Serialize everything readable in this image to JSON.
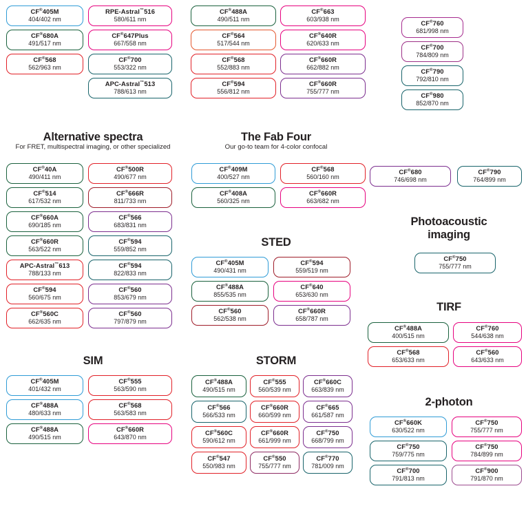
{
  "meta": {
    "reg": "®",
    "tm": "™"
  },
  "top": {
    "col1": [
      {
        "name": "CF",
        "sup": "®",
        "num": "405M",
        "spec": "404/402 nm",
        "color": "blue"
      },
      {
        "name": "CF",
        "sup": "®",
        "num": "680A",
        "spec": "491/517 nm",
        "color": "green"
      },
      {
        "name": "CF",
        "sup": "®",
        "num": "568",
        "spec": "562/963 nm",
        "color": "red"
      }
    ],
    "col2": [
      {
        "name": "RPE-Astral",
        "sup": "™",
        "num": "516",
        "spec": "580/611 nm",
        "color": "magenta"
      },
      {
        "name": "CF",
        "sup": "®",
        "num": "647Plus",
        "spec": "667/558 nm",
        "color": "magenta"
      },
      {
        "name": "CF",
        "sup": "®",
        "num": "700",
        "spec": "553/322 nm",
        "color": "teal"
      },
      {
        "name": "APC-Astral",
        "sup": "™",
        "num": "513",
        "spec": "788/613 nm",
        "color": "teal"
      }
    ],
    "col3": [
      {
        "name": "CF",
        "sup": "®",
        "num": "488A",
        "spec": "490/511 nm",
        "color": "green"
      },
      {
        "name": "CF",
        "sup": "®",
        "num": "564",
        "spec": "517/544 nm",
        "color": "orange"
      },
      {
        "name": "CF",
        "sup": "®",
        "num": "568",
        "spec": "552/883 nm",
        "color": "red"
      },
      {
        "name": "CF",
        "sup": "®",
        "num": "594",
        "spec": "556/812 nm",
        "color": "red"
      }
    ],
    "col4": [
      {
        "name": "CF",
        "sup": "®",
        "num": "663",
        "spec": "603/938 nm",
        "color": "magenta"
      },
      {
        "name": "CF",
        "sup": "®",
        "num": "640R",
        "spec": "620/633 nm",
        "color": "magenta"
      },
      {
        "name": "CF",
        "sup": "®",
        "num": "660R",
        "spec": "662/882 nm",
        "color": "purple"
      },
      {
        "name": "CF",
        "sup": "®",
        "num": "660R",
        "spec": "755/777 nm",
        "color": "purple"
      }
    ],
    "col5": [
      {
        "name": "CF",
        "sup": "®",
        "num": "760",
        "spec": "681/998 nm",
        "color": "magpur"
      },
      {
        "name": "CF",
        "sup": "®",
        "num": "700",
        "spec": "784/809 nm",
        "color": "purmag"
      },
      {
        "name": "CF",
        "sup": "®",
        "num": "790",
        "spec": "792/810 nm",
        "color": "teal"
      },
      {
        "name": "CF",
        "sup": "®",
        "num": "980",
        "spec": "852/870 nm",
        "color": "teal"
      }
    ]
  },
  "alternative": {
    "title": "Alternative spectra",
    "subtitle": "For FRET, multispectral imaging, or other specialized",
    "left": [
      {
        "name": "CF",
        "sup": "®",
        "num": "40A",
        "spec": "490/411 nm",
        "color": "green"
      },
      {
        "name": "CF",
        "sup": "®",
        "num": "514",
        "spec": "617/532 nm",
        "color": "green"
      },
      {
        "name": "CF",
        "sup": "®",
        "num": "660A",
        "spec": "690/185 nm",
        "color": "green"
      },
      {
        "name": "CF",
        "sup": "®",
        "num": "660R",
        "spec": "563/522 nm",
        "color": "green"
      },
      {
        "name": "APC-Astral",
        "sup": "™",
        "num": "613",
        "spec": "788/133 nm",
        "color": "red"
      },
      {
        "name": "CF",
        "sup": "®",
        "num": "594",
        "spec": "560/675 nm",
        "color": "red"
      },
      {
        "name": "CF",
        "sup": "®",
        "num": "560C",
        "spec": "662/635 nm",
        "color": "red"
      }
    ],
    "right": [
      {
        "name": "CF",
        "sup": "®",
        "num": "500R",
        "spec": "490/677 nm",
        "color": "red"
      },
      {
        "name": "CF",
        "sup": "®",
        "num": "666R",
        "spec": "811/733 nm",
        "color": "darkred"
      },
      {
        "name": "CF",
        "sup": "®",
        "num": "566",
        "spec": "683/831 nm",
        "color": "purple"
      },
      {
        "name": "CF",
        "sup": "®",
        "num": "594",
        "spec": "559/852 nm",
        "color": "teal"
      },
      {
        "name": "CF",
        "sup": "®",
        "num": "594",
        "spec": "822/833 nm",
        "color": "teal"
      },
      {
        "name": "CF",
        "sup": "®",
        "num": "560",
        "spec": "853/679 nm",
        "color": "purple"
      },
      {
        "name": "CF",
        "sup": "®",
        "num": "560",
        "spec": "797/879 nm",
        "color": "purple"
      }
    ]
  },
  "fabfour": {
    "title": "The Fab Four",
    "subtitle": "Our go-to team for 4-color confocal",
    "left": [
      {
        "name": "CF",
        "sup": "®",
        "num": "409M",
        "spec": "400/527 nm",
        "color": "blue"
      },
      {
        "name": "CF",
        "sup": "®",
        "num": "408A",
        "spec": "560/325 nm",
        "color": "green"
      }
    ],
    "right": [
      {
        "name": "CF",
        "sup": "®",
        "num": "568",
        "spec": "560/160 nm",
        "color": "red"
      },
      {
        "name": "CF",
        "sup": "®",
        "num": "660R",
        "spec": "663/682 nm",
        "color": "magenta"
      }
    ]
  },
  "sted": {
    "title": "STED",
    "left": [
      {
        "name": "CF",
        "sup": "®",
        "num": "405M",
        "spec": "490/431 nm",
        "color": "blue"
      },
      {
        "name": "CF",
        "sup": "®",
        "num": "488A",
        "spec": "855/535 nm",
        "color": "green"
      },
      {
        "name": "CF",
        "sup": "®",
        "num": "560",
        "spec": "562/538 nm",
        "color": "darkred"
      }
    ],
    "right": [
      {
        "name": "CF",
        "sup": "®",
        "num": "594",
        "spec": "559/519 nm",
        "color": "darkred"
      },
      {
        "name": "CF",
        "sup": "®",
        "num": "640",
        "spec": "653/630 nm",
        "color": "magenta"
      },
      {
        "name": "CF",
        "sup": "®",
        "num": "660R",
        "spec": "658/787 nm",
        "color": "purple"
      }
    ]
  },
  "sim": {
    "title": "SIM",
    "left": [
      {
        "name": "CF",
        "sup": "®",
        "num": "405M",
        "spec": "401/432 nm",
        "color": "blue"
      },
      {
        "name": "CF",
        "sup": "®",
        "num": "488A",
        "spec": "480/633 nm",
        "color": "blue"
      },
      {
        "name": "CF",
        "sup": "®",
        "num": "488A",
        "spec": "490/515 nm",
        "color": "green"
      }
    ],
    "right": [
      {
        "name": "CF",
        "sup": "®",
        "num": "555",
        "spec": "563/590 nm",
        "color": "red"
      },
      {
        "name": "CF",
        "sup": "®",
        "num": "568",
        "spec": "563/583 nm",
        "color": "red"
      },
      {
        "name": "CF",
        "sup": "®",
        "num": "660R",
        "spec": "643/870 nm",
        "color": "magenta"
      }
    ]
  },
  "storm": {
    "title": "STORM",
    "col1": [
      {
        "name": "CF",
        "sup": "®",
        "num": "488A",
        "spec": "490/515 nm",
        "color": "green"
      },
      {
        "name": "CF",
        "sup": "®",
        "num": "566",
        "spec": "566/533 nm",
        "color": "teal"
      },
      {
        "name": "CF",
        "sup": "®",
        "num": "560C",
        "spec": "590/612 nm",
        "color": "red"
      },
      {
        "name": "CF",
        "sup": "®",
        "num": "547",
        "spec": "550/983 nm",
        "color": "red"
      }
    ],
    "col2": [
      {
        "name": "CF",
        "sup": "®",
        "num": "555",
        "spec": "560/539 nm",
        "color": "red"
      },
      {
        "name": "CF",
        "sup": "®",
        "num": "660R",
        "spec": "660/599 nm",
        "color": "red"
      },
      {
        "name": "CF",
        "sup": "®",
        "num": "660R",
        "spec": "661/999 nm",
        "color": "red"
      },
      {
        "name": "CF",
        "sup": "®",
        "num": "550",
        "spec": "755/777 nm",
        "color": "plum"
      }
    ],
    "col3": [
      {
        "name": "CF",
        "sup": "®",
        "num": "660C",
        "spec": "663/839 nm",
        "color": "purple"
      },
      {
        "name": "CF",
        "sup": "®",
        "num": "665",
        "spec": "661/587 nm",
        "color": "purple"
      },
      {
        "name": "CF",
        "sup": "®",
        "num": "750",
        "spec": "668/799 nm",
        "color": "purple"
      },
      {
        "name": "CF",
        "sup": "®",
        "num": "770",
        "spec": "781/009 nm",
        "color": "teal"
      }
    ]
  },
  "pairs": {
    "left": {
      "name": "CF",
      "sup": "®",
      "num": "680",
      "spec": "746/698 nm",
      "color": "purple"
    },
    "right": {
      "name": "CF",
      "sup": "®",
      "num": "790",
      "spec": "764/899 nm",
      "color": "teal"
    }
  },
  "photoacoustic": {
    "title_line1": "Photoacoustic",
    "title_line2": "imaging",
    "pill": {
      "name": "CF",
      "sup": "®",
      "num": "750",
      "spec": "755/777 nm",
      "color": "teal"
    }
  },
  "tirf": {
    "title": "TIRF",
    "left": [
      {
        "name": "CF",
        "sup": "®",
        "num": "488A",
        "spec": "400/515 nm",
        "color": "green"
      },
      {
        "name": "CF",
        "sup": "®",
        "num": "568",
        "spec": "653/633 nm",
        "color": "red"
      }
    ],
    "right": [
      {
        "name": "CF",
        "sup": "®",
        "num": "760",
        "spec": "544/638 nm",
        "color": "magenta"
      },
      {
        "name": "CF",
        "sup": "®",
        "num": "560",
        "spec": "643/633 nm",
        "color": "magenta"
      }
    ]
  },
  "twophoton": {
    "title": "2-photon",
    "left": [
      {
        "name": "CF",
        "sup": "®",
        "num": "660K",
        "spec": "630/522 nm",
        "color": "blue"
      },
      {
        "name": "CF",
        "sup": "®",
        "num": "750",
        "spec": "759/775 nm",
        "color": "teal"
      },
      {
        "name": "CF",
        "sup": "®",
        "num": "700",
        "spec": "791/813 nm",
        "color": "teal"
      }
    ],
    "right": [
      {
        "name": "CF",
        "sup": "®",
        "num": "750",
        "spec": "755/777 nm",
        "color": "magenta"
      },
      {
        "name": "CF",
        "sup": "®",
        "num": "750",
        "spec": "784/899 nm",
        "color": "magenta"
      },
      {
        "name": "CF",
        "sup": "®",
        "num": "900",
        "spec": "791/870 nm",
        "color": "mauve"
      }
    ]
  }
}
